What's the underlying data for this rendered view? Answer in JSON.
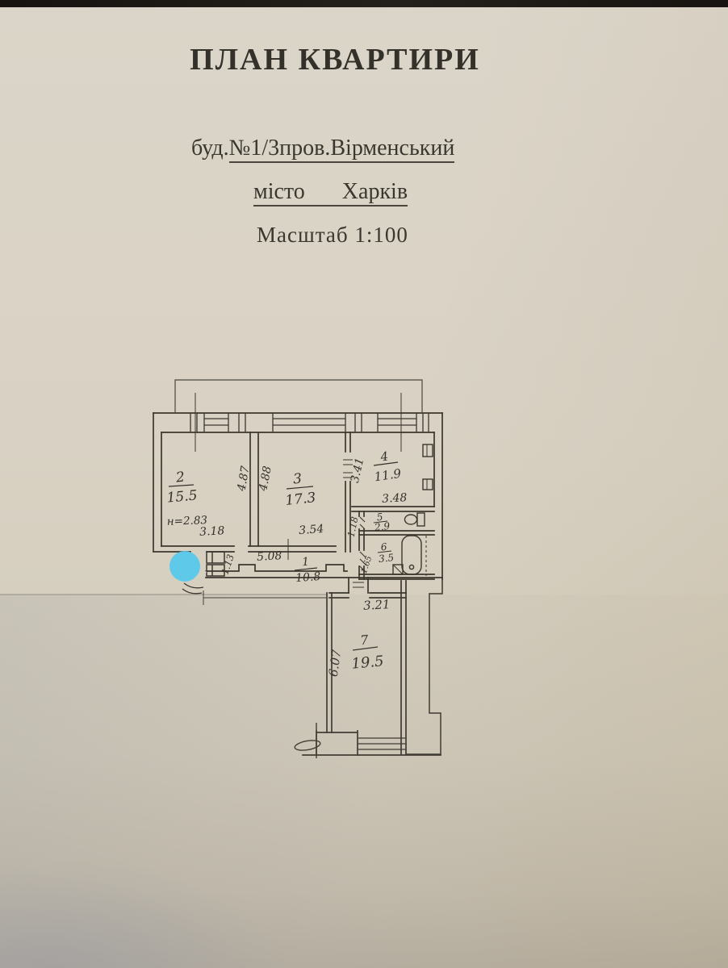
{
  "header": {
    "title": "ПЛАН КВАРТИРИ",
    "address_prefix": "буд.",
    "address_main": "№1/3пров.Вірменський",
    "city_label": "місто",
    "city_name": "Харків",
    "scale_text": "Масштаб 1:100"
  },
  "plan": {
    "rooms": {
      "r1": {
        "number": "1",
        "area": "10.8"
      },
      "r2": {
        "number": "2",
        "area": "15.5"
      },
      "r3": {
        "number": "3",
        "area": "17.3"
      },
      "r4": {
        "number": "4",
        "area": "11.9"
      },
      "r5": {
        "number": "5",
        "area": "2.9"
      },
      "r6": {
        "number": "6",
        "area": "3.5"
      },
      "r7": {
        "number": "7",
        "area": "19.5"
      }
    },
    "dims": {
      "room2_width": "3.18",
      "room2_depth": "4.87",
      "room2_height": "н=2.83",
      "room3_width": "3.54",
      "room3_depth": "4.88",
      "room4_width": "3.48",
      "room4_depth": "3.41",
      "corridor_width": "1.18",
      "bath_width": "1.65",
      "hall_width": "5.08",
      "entry_width": "1.13",
      "room7_width": "3.21",
      "room7_depth": "6.07"
    },
    "marker_color": "#58c8ec"
  }
}
